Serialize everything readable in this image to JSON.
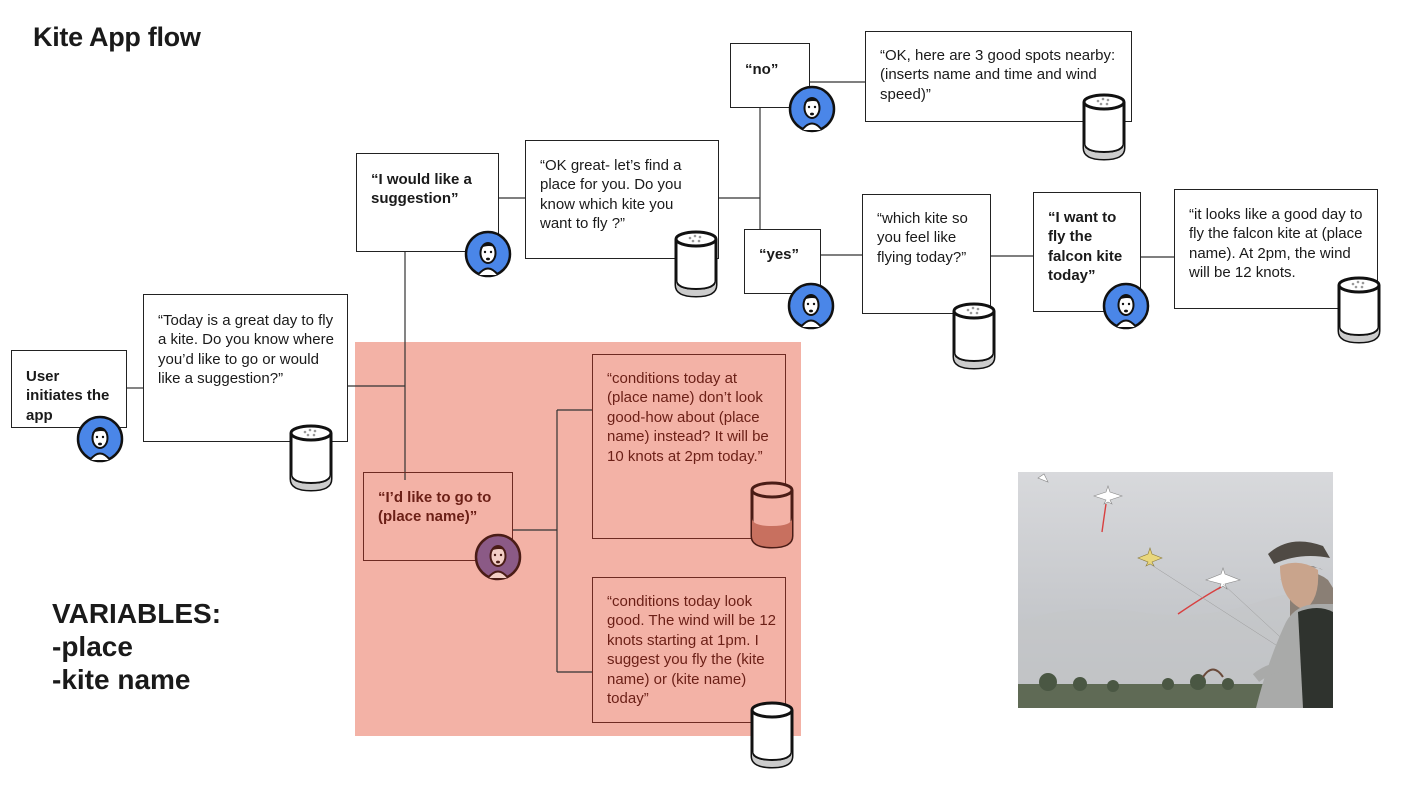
{
  "title": "Kite App flow",
  "variables": {
    "heading": "VARIABLES:",
    "items": [
      "-place",
      "-kite name"
    ]
  },
  "nodes": {
    "start": "User initiates the app",
    "greeting": "“Today is a great day to fly a kite.  Do you know where you’d like to go or would like a suggestion?”",
    "suggestion": "“I would like a suggestion”",
    "find_place": "“OK great- let’s find a place for you.  Do you know which kite you want to fly ?”",
    "no": "“no”",
    "spots": "“OK, here are 3 good spots nearby: (inserts name and time and wind speed)”",
    "yes": "“yes”",
    "which_kite": "“which kite so you feel like flying today?”",
    "falcon": "“I want to fly the falcon kite today”",
    "good_day": "“it looks like a good day to fly the falcon kite at (place name).  At 2pm, the wind will be 12 knots.",
    "go_to": "“I’d like to go to (place name)”",
    "bad_conditions": "“conditions today at (place name) don’t look good-how about (place name) instead? It will be 10 knots at 2pm today.”",
    "good_conditions": "“conditions today look good.  The wind will be 12 knots starting at 1pm. I suggest you fly the (kite name) or (kite name) today”"
  },
  "colors": {
    "highlight": "#f3b2a6",
    "avatar": "#4a86e8",
    "avatar_muted": "#8b5a86",
    "speaker_accent_muted": "#c8705f"
  },
  "icons": {
    "user": "user-avatar-icon",
    "assistant": "smart-speaker-icon"
  }
}
